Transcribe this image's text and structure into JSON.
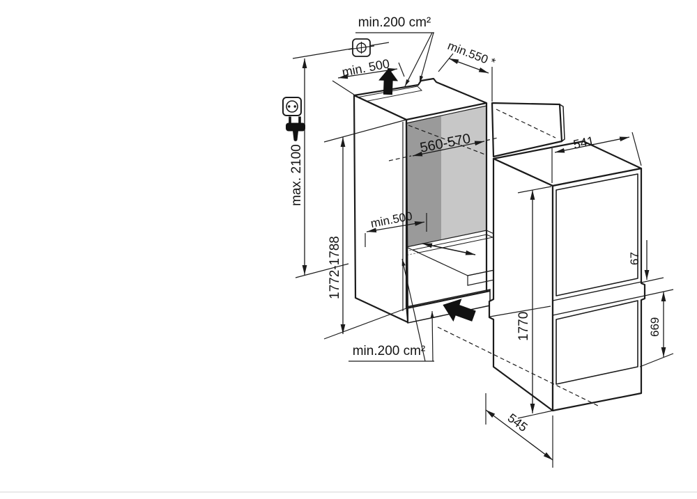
{
  "diagram": {
    "type": "appliance-installation-dimension-drawing",
    "subject": "built-in fridge-freezer niche with ventilation and appliance dimensions",
    "units": "mm",
    "labels": {
      "vent_top": "min.200 cm²",
      "clearance_top": "min. 500",
      "niche_depth": "min.550 *",
      "max_total_height": "max. 2100",
      "niche_height": "1772-1788",
      "niche_width": "560-570",
      "clearance_bottom": "min.500",
      "vent_bottom": "min.200 cm²",
      "appliance_width": "541",
      "appliance_height": "1770",
      "hinge_gap": "67",
      "freezer_door_height": "669",
      "appliance_depth": "545"
    },
    "icons": [
      "junction-box-icon",
      "power-socket-icon",
      "power-plug-icon",
      "airflow-up-arrow",
      "airflow-in-arrow",
      "airflow-double-arrow"
    ],
    "colors": {
      "line": "#1b1b1b",
      "niche_back_wall": "#c7c7c7",
      "niche_side_shadow": "#9a9a9a",
      "niche_floor": "#d9d9d9",
      "door_panel": "#e9e9e9",
      "background": "#ffffff"
    }
  }
}
